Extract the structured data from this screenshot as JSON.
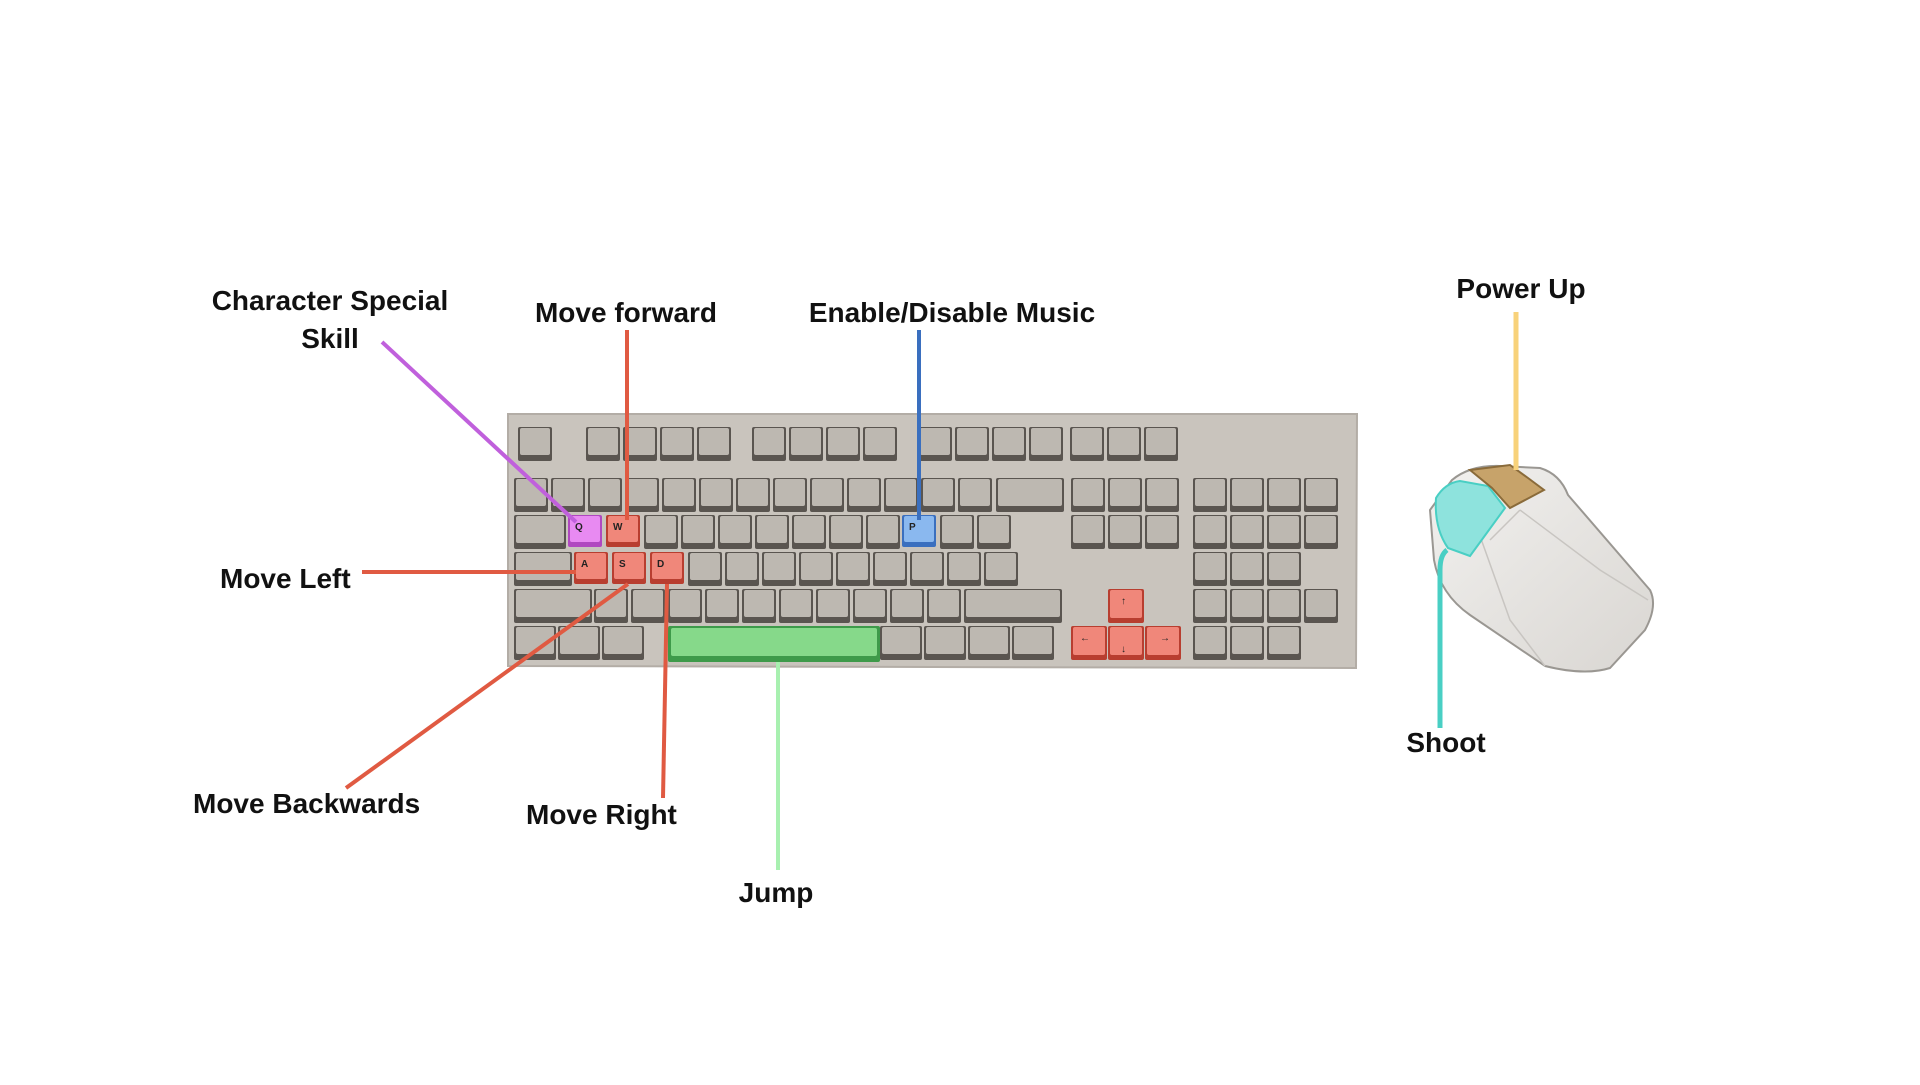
{
  "callouts": {
    "special_skill_line1": "Character Special",
    "special_skill_line2": "Skill",
    "move_forward": "Move forward",
    "music": "Enable/Disable Music",
    "move_left": "Move Left",
    "move_backwards": "Move Backwards",
    "move_right": "Move Right",
    "jump": "Jump",
    "power_up": "Power Up",
    "shoot": "Shoot"
  },
  "keys": {
    "q": "Q",
    "w": "W",
    "a": "A",
    "s": "S",
    "d": "D",
    "p": "P",
    "up": "↑",
    "down": "↓",
    "left": "←",
    "right": "→"
  },
  "colors": {
    "special_skill": "#c060dc",
    "movement": "#e05a42",
    "music": "#3a6fbf",
    "jump": "#a8f0b0",
    "power_up": "#f8d27a",
    "shoot": "#49cfc4",
    "key_highlight_q": "#e88af2",
    "key_highlight_move": "#f0877a",
    "key_highlight_p": "#8ab8ef",
    "key_highlight_space": "#86d98a"
  }
}
